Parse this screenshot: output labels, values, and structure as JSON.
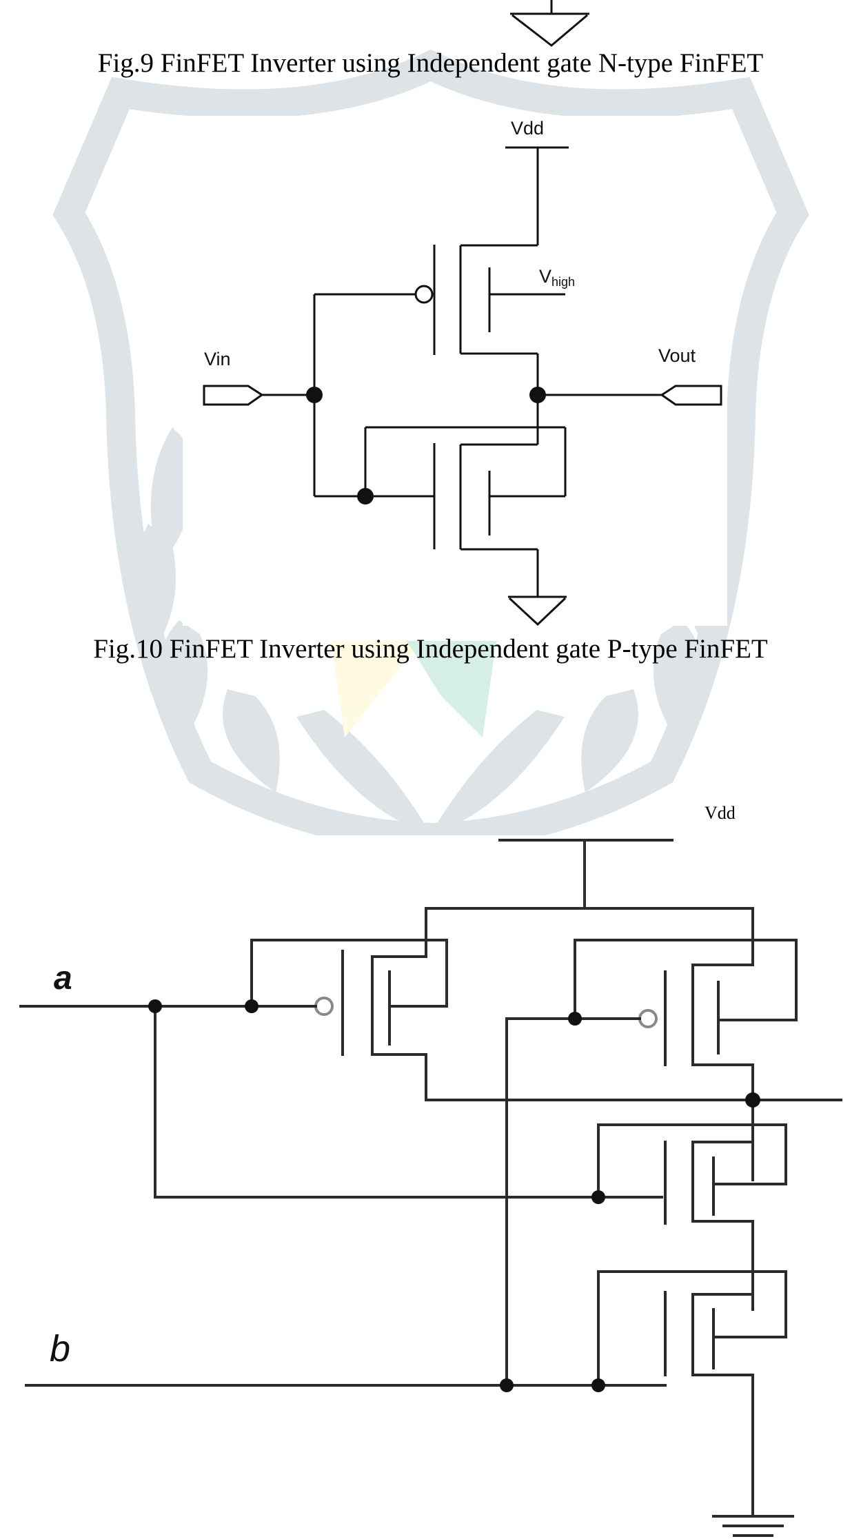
{
  "page": {
    "watermark": {
      "shape": "shield-with-laurel-emblem",
      "shield_color": "#dde3e7",
      "accent_yellow": "#fffbe3",
      "accent_green": "#d6efe6"
    }
  },
  "figures": [
    {
      "id": "fig9",
      "caption": "Fig.9 FinFET Inverter using Independent gate N-type FinFET",
      "visible_part": "ground-symbol-bottom"
    },
    {
      "id": "fig10",
      "caption": "Fig.10 FinFET Inverter using Independent gate P-type FinFET",
      "labels": {
        "vdd": "Vdd",
        "vhigh_main": "V",
        "vhigh_sub": "high",
        "vin": "Vin",
        "vout": "Vout"
      }
    },
    {
      "id": "fig11",
      "labels": {
        "vdd": "Vdd",
        "input_a": "a",
        "input_b": "b"
      }
    }
  ]
}
